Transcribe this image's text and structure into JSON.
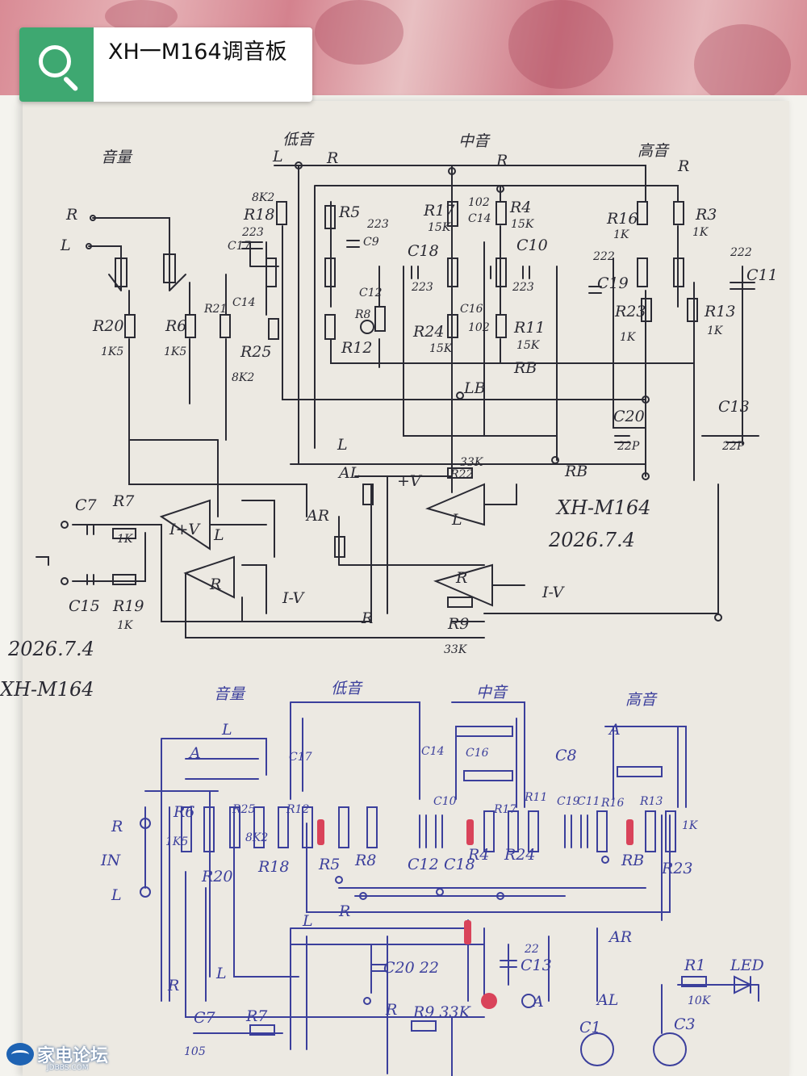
{
  "search": {
    "query": "XH一M164调音板"
  },
  "watermark": {
    "name": "家电论坛",
    "site": "JDBBS.COM"
  },
  "top": {
    "section_volume": "音量",
    "section_bass": "低音",
    "section_mid": "中音",
    "section_treble": "高音",
    "ch_R": "R",
    "ch_L": "L",
    "model": "XH-M164",
    "date": "2026.7.4",
    "parts": {
      "r20": "R20",
      "r20v": "1K5",
      "r6": "R6",
      "r6v": "1K5",
      "r21": "R21",
      "r18": "R18",
      "r18v": "8K2",
      "r25": "R25",
      "r25v": "8K2",
      "r5": "R5",
      "r8": "R8",
      "r12": "R12",
      "c17": "C17",
      "c9": "C9",
      "c12": "C12",
      "c14a": "C14",
      "r17": "R17",
      "r17v": "15K",
      "r4": "R4",
      "r4v": "15K",
      "c14": "C14",
      "c18": "C18",
      "c10": "C10",
      "c16": "C16",
      "r24": "R24",
      "r24v": "15K",
      "r11": "R11",
      "r11v": "15K",
      "rb": "RB",
      "lb": "LB",
      "r16": "R16",
      "r16v": "1K",
      "r3": "R3",
      "r3v": "1K",
      "c19": "C19",
      "c11": "C11",
      "r23": "R23",
      "r23v": "1K",
      "r13": "R13",
      "r13v": "1K",
      "c20": "C20",
      "c13": "C13",
      "cap223": "223",
      "cap102": "102",
      "cap222": "222",
      "cap22p": "22P",
      "c7": "C7",
      "r7": "R7",
      "r7v": "1K",
      "c15": "C15",
      "r19": "R19",
      "r19v": "1K",
      "r9": "R9",
      "r9v": "33K",
      "r22": "R22",
      "r22v": "33K",
      "al": "AL",
      "ar": "AR",
      "pv": "+V",
      "nv": "I-V",
      "pv2": "I+V",
      "rb2": "RB"
    }
  },
  "bottom": {
    "model": "XH-M164",
    "date": "2026.7.4",
    "section_volume": "音量",
    "section_bass": "低音",
    "section_mid": "中音",
    "section_treble": "高音",
    "in_R": "R",
    "in": "IN",
    "in_L": "L",
    "parts": {
      "r6": "R6",
      "r20": "R20",
      "r25": "R25",
      "r18": "R18",
      "r12": "R12",
      "r5": "R5",
      "r8": "R8",
      "c12": "C12",
      "c10": "C10",
      "c18": "C18",
      "r4": "R4",
      "r24": "R24",
      "r17": "R17",
      "r11": "R11",
      "c19": "C19",
      "c11": "C11",
      "r16": "R16",
      "r13": "R13",
      "rb": "RB",
      "r23": "R23",
      "c13": "C13",
      "c20": "C20 22",
      "cap22": "22",
      "ar": "AR",
      "al": "AL",
      "r1": "R1",
      "r1v": "10K",
      "led": "LED",
      "c7": "C7",
      "c7v": "105",
      "r7": "R7",
      "r9": "R9 33K",
      "k1": "1K5",
      "k2": "8K2",
      "k3": "1K",
      "c8": "C8",
      "c14": "C14",
      "c16": "C16",
      "c17": "C17",
      "a": "A",
      "l": "L",
      "r": "R",
      "c3": "C3",
      "c1": "C1"
    }
  }
}
